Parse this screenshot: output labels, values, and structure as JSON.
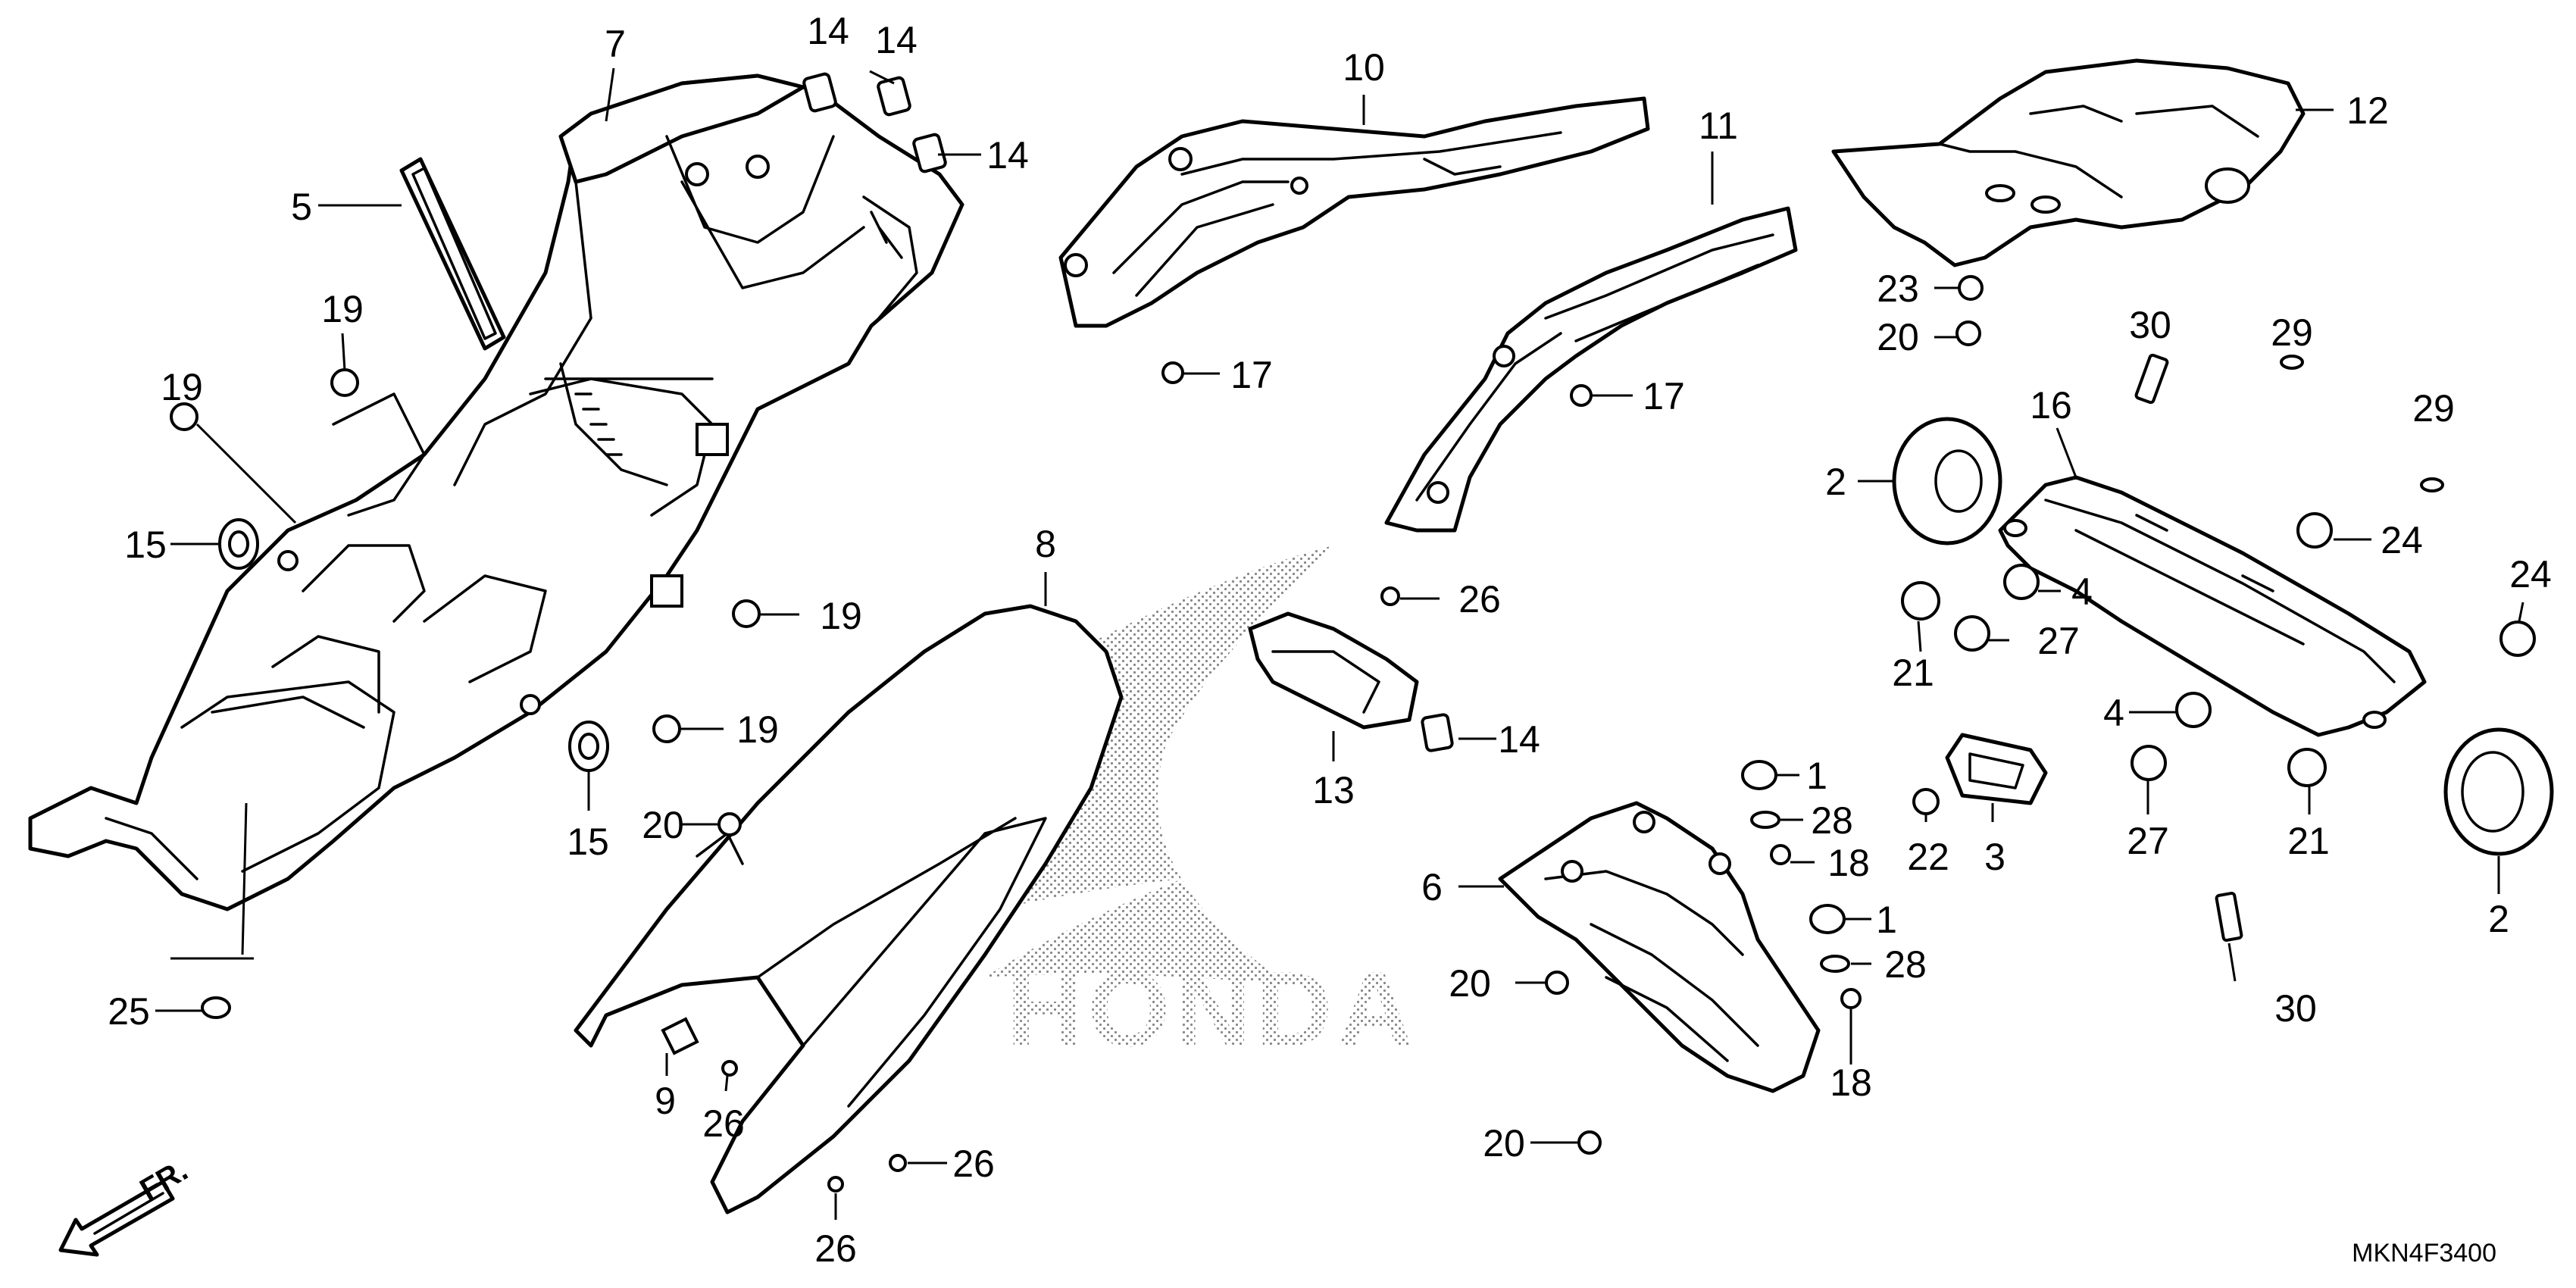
{
  "diagram": {
    "code": "MKN4F3400",
    "front_marker": "FR.",
    "watermark": "HONDA",
    "callouts": [
      {
        "id": "c7",
        "text": "7"
      },
      {
        "id": "c14a",
        "text": "14"
      },
      {
        "id": "c14b",
        "text": "14"
      },
      {
        "id": "c14c",
        "text": "14"
      },
      {
        "id": "c5",
        "text": "5"
      },
      {
        "id": "c19a",
        "text": "19"
      },
      {
        "id": "c19b",
        "text": "19"
      },
      {
        "id": "c15a",
        "text": "15"
      },
      {
        "id": "c19c",
        "text": "19"
      },
      {
        "id": "c19d",
        "text": "19"
      },
      {
        "id": "c15b",
        "text": "15"
      },
      {
        "id": "c25",
        "text": "25"
      },
      {
        "id": "c10",
        "text": "10"
      },
      {
        "id": "c17a",
        "text": "17"
      },
      {
        "id": "c11",
        "text": "11"
      },
      {
        "id": "c17b",
        "text": "17"
      },
      {
        "id": "c12",
        "text": "12"
      },
      {
        "id": "c23",
        "text": "23"
      },
      {
        "id": "c20a",
        "text": "20"
      },
      {
        "id": "c30a",
        "text": "30"
      },
      {
        "id": "c29a",
        "text": "29"
      },
      {
        "id": "c29b",
        "text": "29"
      },
      {
        "id": "c16",
        "text": "16"
      },
      {
        "id": "c2a",
        "text": "2"
      },
      {
        "id": "c24a",
        "text": "24"
      },
      {
        "id": "c4a",
        "text": "4"
      },
      {
        "id": "c21a",
        "text": "21"
      },
      {
        "id": "c27a",
        "text": "27"
      },
      {
        "id": "c24b",
        "text": "24"
      },
      {
        "id": "c4b",
        "text": "4"
      },
      {
        "id": "c27b",
        "text": "27"
      },
      {
        "id": "c21b",
        "text": "21"
      },
      {
        "id": "c2b",
        "text": "2"
      },
      {
        "id": "c30b",
        "text": "30"
      },
      {
        "id": "c22",
        "text": "22"
      },
      {
        "id": "c3",
        "text": "3"
      },
      {
        "id": "c8",
        "text": "8"
      },
      {
        "id": "c26a",
        "text": "26"
      },
      {
        "id": "c13",
        "text": "13"
      },
      {
        "id": "c14d",
        "text": "14"
      },
      {
        "id": "c20b",
        "text": "20"
      },
      {
        "id": "c9",
        "text": "9"
      },
      {
        "id": "c26b",
        "text": "26"
      },
      {
        "id": "c26c",
        "text": "26"
      },
      {
        "id": "c26d",
        "text": "26"
      },
      {
        "id": "c1a",
        "text": "1"
      },
      {
        "id": "c28a",
        "text": "28"
      },
      {
        "id": "c18a",
        "text": "18"
      },
      {
        "id": "c6",
        "text": "6"
      },
      {
        "id": "c1b",
        "text": "1"
      },
      {
        "id": "c28b",
        "text": "28"
      },
      {
        "id": "c20c",
        "text": "20"
      },
      {
        "id": "c18b",
        "text": "18"
      },
      {
        "id": "c20d",
        "text": "20"
      }
    ]
  }
}
